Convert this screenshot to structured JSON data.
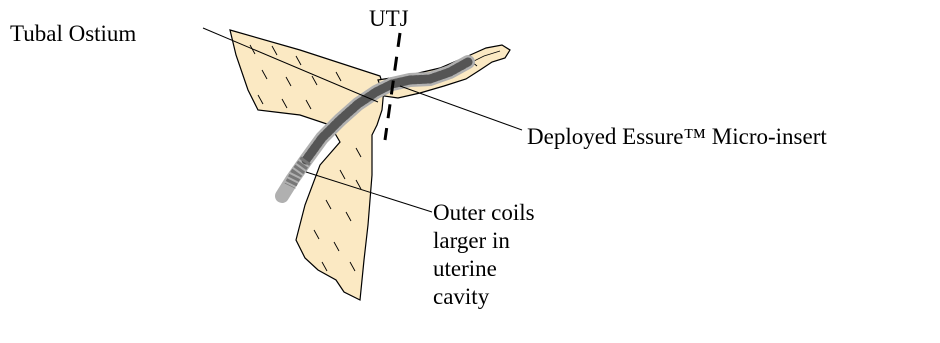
{
  "labels": {
    "tubal_ostium": "Tubal Ostium",
    "utj": "UTJ",
    "deployed": "Deployed Essure™ Micro-insert",
    "outer_lines": [
      "Outer coils",
      "larger in",
      "uterine",
      "cavity"
    ]
  },
  "colors": {
    "tissue_fill": "#fbe9c3",
    "outline": "#000000",
    "coil_dark": "#555555",
    "coil_light": "#b0b0b0",
    "background": "#ffffff"
  }
}
